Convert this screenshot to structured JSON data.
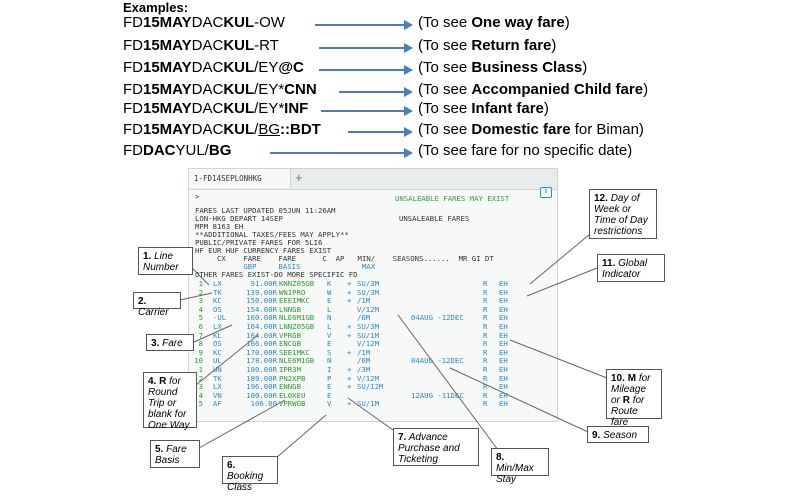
{
  "examples": {
    "title": "Examples:",
    "rows": [
      {
        "pre": "FD",
        "b1": "15MAY",
        "mid": "DAC",
        "b2": "KUL",
        "post": "-OW",
        "desc_pre": "(To see ",
        "desc_b": "One way fare",
        "desc_post": ")"
      },
      {
        "pre": "FD",
        "b1": "15MAY",
        "mid": "DAC",
        "b2": "KUL",
        "post": "-RT",
        "desc_pre": "(To see ",
        "desc_b": "Return fare",
        "desc_post": ")"
      },
      {
        "pre": "FD",
        "b1": "15MAY",
        "mid": "DAC",
        "b2": "KUL",
        "post": "/EY",
        "b3": "@C",
        "desc_pre": "(To see ",
        "desc_b": "Business Class",
        "desc_post": ")"
      },
      {
        "pre": "FD",
        "b1": "15MAY",
        "mid": "DAC",
        "b2": "KUL",
        "post": "/EY*",
        "b3": "CNN",
        "desc_pre": "(To see ",
        "desc_b": "Accompanied Child fare",
        "desc_post": ")"
      },
      {
        "pre": "FD",
        "b1": "15MAY",
        "mid": "DAC",
        "b2": "KUL",
        "post": "/EY*",
        "b3": "INF",
        "desc_pre": "(To see ",
        "desc_b": "Infant fare",
        "desc_post": ")"
      },
      {
        "pre": "FD",
        "b1": "15MAY",
        "mid": "DAC",
        "b2": "KUL",
        "post": "/",
        "ul": "BG",
        "b3": "::BDT",
        "desc_pre": "(To see ",
        "desc_b": "Domestic fare",
        "desc_post": " for Biman)"
      },
      {
        "pre": "FD",
        "b1": "DAC",
        "mid": "YUL/",
        "b2": "BG",
        "post": "",
        "desc_pre": "(To see fare for no specific date)",
        "desc_b": "",
        "desc_post": ""
      }
    ]
  },
  "terminal": {
    "tab_label": "1-FD14SEPLONHKG",
    "plus": "+",
    "prompt": ">",
    "unsaleable_banner": "UNSALEABLE FARES MAY EXIST",
    "updated": "FARES LAST UPDATED 05JUN 11:26AM",
    "route": "LON-HKG DEPART 14SEP",
    "route_right": "UNSALEABLE FARES",
    "mpm": "MPM 8163 EH",
    "taxes": "**ADDITIONAL TAXES/FEES MAY APPLY**",
    "pubpriv": "PUBLIC/PRIVATE FARES FOR 5LI6",
    "currency": "HF EUR HUF CURRENCY FARES EXIST",
    "header1": "     CX    FARE    FARE      C  AP   MIN/    SEASONS......  MR GI DT",
    "header2": "           GBP     BASIS              MAX",
    "other": "OTHER FARES EXIST-DO MORE SPECIFIC FD",
    "rows": [
      {
        "n": "1",
        "cx": "LX",
        "fare": "91.00R",
        "basis": "KNNZ05GB",
        "c": "K",
        "ap": "+",
        "min": "SU/3M",
        "season": "",
        "mr": "R",
        "gi": "EH"
      },
      {
        "n": "2",
        "cx": "TK",
        "fare": "139.00R",
        "basis": "WN1PRO",
        "c": "W",
        "ap": "+",
        "min": "SU/3M",
        "season": "",
        "mr": "R",
        "gi": "EH"
      },
      {
        "n": "3",
        "cx": "KC",
        "fare": "150.00R",
        "basis": "EEE1MKC",
        "c": "E",
        "ap": "+",
        "min": "/1M",
        "season": "",
        "mr": "R",
        "gi": "EH"
      },
      {
        "n": "4",
        "cx": "OS",
        "fare": "154.00R",
        "basis": "LNNGB",
        "c": "L",
        "ap": "",
        "min": "V/12M",
        "season": "",
        "mr": "R",
        "gi": "EH"
      },
      {
        "n": "5",
        "cx": "-UL",
        "fare": "160.00R",
        "basis": "NLE6M1GB",
        "c": "N",
        "ap": "",
        "min": "/6M",
        "season": "04AUG -12DEC",
        "mr": "R",
        "gi": "EH"
      },
      {
        "n": "6",
        "cx": "LX",
        "fare": "164.00R",
        "basis": "LNNZ05GB",
        "c": "L",
        "ap": "+",
        "min": "SU/3M",
        "season": "",
        "mr": "R",
        "gi": "EH"
      },
      {
        "n": "7",
        "cx": "KL",
        "fare": "164.00R",
        "basis": "VPRGB",
        "c": "V",
        "ap": "+",
        "min": "SU/1M",
        "season": "",
        "mr": "R",
        "gi": "EH"
      },
      {
        "n": "8",
        "cx": "OS",
        "fare": "166.00R",
        "basis": "ENCGB",
        "c": "E",
        "ap": "",
        "min": "V/12M",
        "season": "",
        "mr": "R",
        "gi": "EH"
      },
      {
        "n": "9",
        "cx": "KC",
        "fare": "170.00R",
        "basis": "SEE1MKC",
        "c": "S",
        "ap": "+",
        "min": "/1M",
        "season": "",
        "mr": "R",
        "gi": "EH"
      },
      {
        "n": "10",
        "cx": "UL",
        "fare": "178.00R",
        "basis": "NLE6M1GB",
        "c": "N",
        "ap": "",
        "min": "/6M",
        "season": "04AUG -12DEC",
        "mr": "R",
        "gi": "EH"
      },
      {
        "n": "1",
        "cx": "UN",
        "fare": "180.00R",
        "basis": "IPR3M",
        "c": "I",
        "ap": "+",
        "min": "/3M",
        "season": "",
        "mr": "R",
        "gi": "EH"
      },
      {
        "n": "2",
        "cx": "TK",
        "fare": "189.00R",
        "basis": "PN2XPB",
        "c": "P",
        "ap": "+",
        "min": "V/12M",
        "season": "",
        "mr": "R",
        "gi": "EH"
      },
      {
        "n": "3",
        "cx": "LX",
        "fare": "196.00R",
        "basis": "ENNGB",
        "c": "E",
        "ap": "+",
        "min": "SU/12M",
        "season": "",
        "mr": "R",
        "gi": "EH"
      },
      {
        "n": "4",
        "cx": "VN",
        "fare": "100.00R",
        "basis": "ELOXEU",
        "c": "E",
        "ap": "",
        "min": "",
        "season": "12AUG -11DEC",
        "mr": "R",
        "gi": "EH"
      },
      {
        "n": "5",
        "cx": "AF",
        "fare": "106.00",
        "basis": "VPRWGB",
        "c": "V",
        "ap": "+",
        "min": "SU/1M",
        "season": "",
        "mr": "R",
        "gi": "EH"
      }
    ]
  },
  "callouts": {
    "c1": {
      "num": "1.",
      "text": "Line Number"
    },
    "c2": {
      "num": "2.",
      "text": "Carrier"
    },
    "c3": {
      "num": "3.",
      "text": "Fare"
    },
    "c4": {
      "num": "4.",
      "b": "R",
      "text": "for Round Trip or blank for One Way"
    },
    "c5": {
      "num": "5.",
      "text": "Fare Basis"
    },
    "c6": {
      "num": "6.",
      "text": "Booking Class"
    },
    "c7": {
      "num": "7.",
      "text": "Advance Purchase and Ticketing"
    },
    "c8": {
      "num": "8.",
      "text": "Min/Max Stay"
    },
    "c9": {
      "num": "9.",
      "text": "Season"
    },
    "c10": {
      "num": "10.",
      "b1": "M",
      "mid": "for Mileage or",
      "b2": "R",
      "text": "for Route fare"
    },
    "c11": {
      "num": "11.",
      "text": "Global Indicator"
    },
    "c12": {
      "num": "12.",
      "text": "Day of Week or Time of Day restrictions"
    }
  },
  "colors": {
    "arrow": "#4a7ebb",
    "terminal_green": "#3a9e3a",
    "terminal_blue": "#2f86c8"
  }
}
